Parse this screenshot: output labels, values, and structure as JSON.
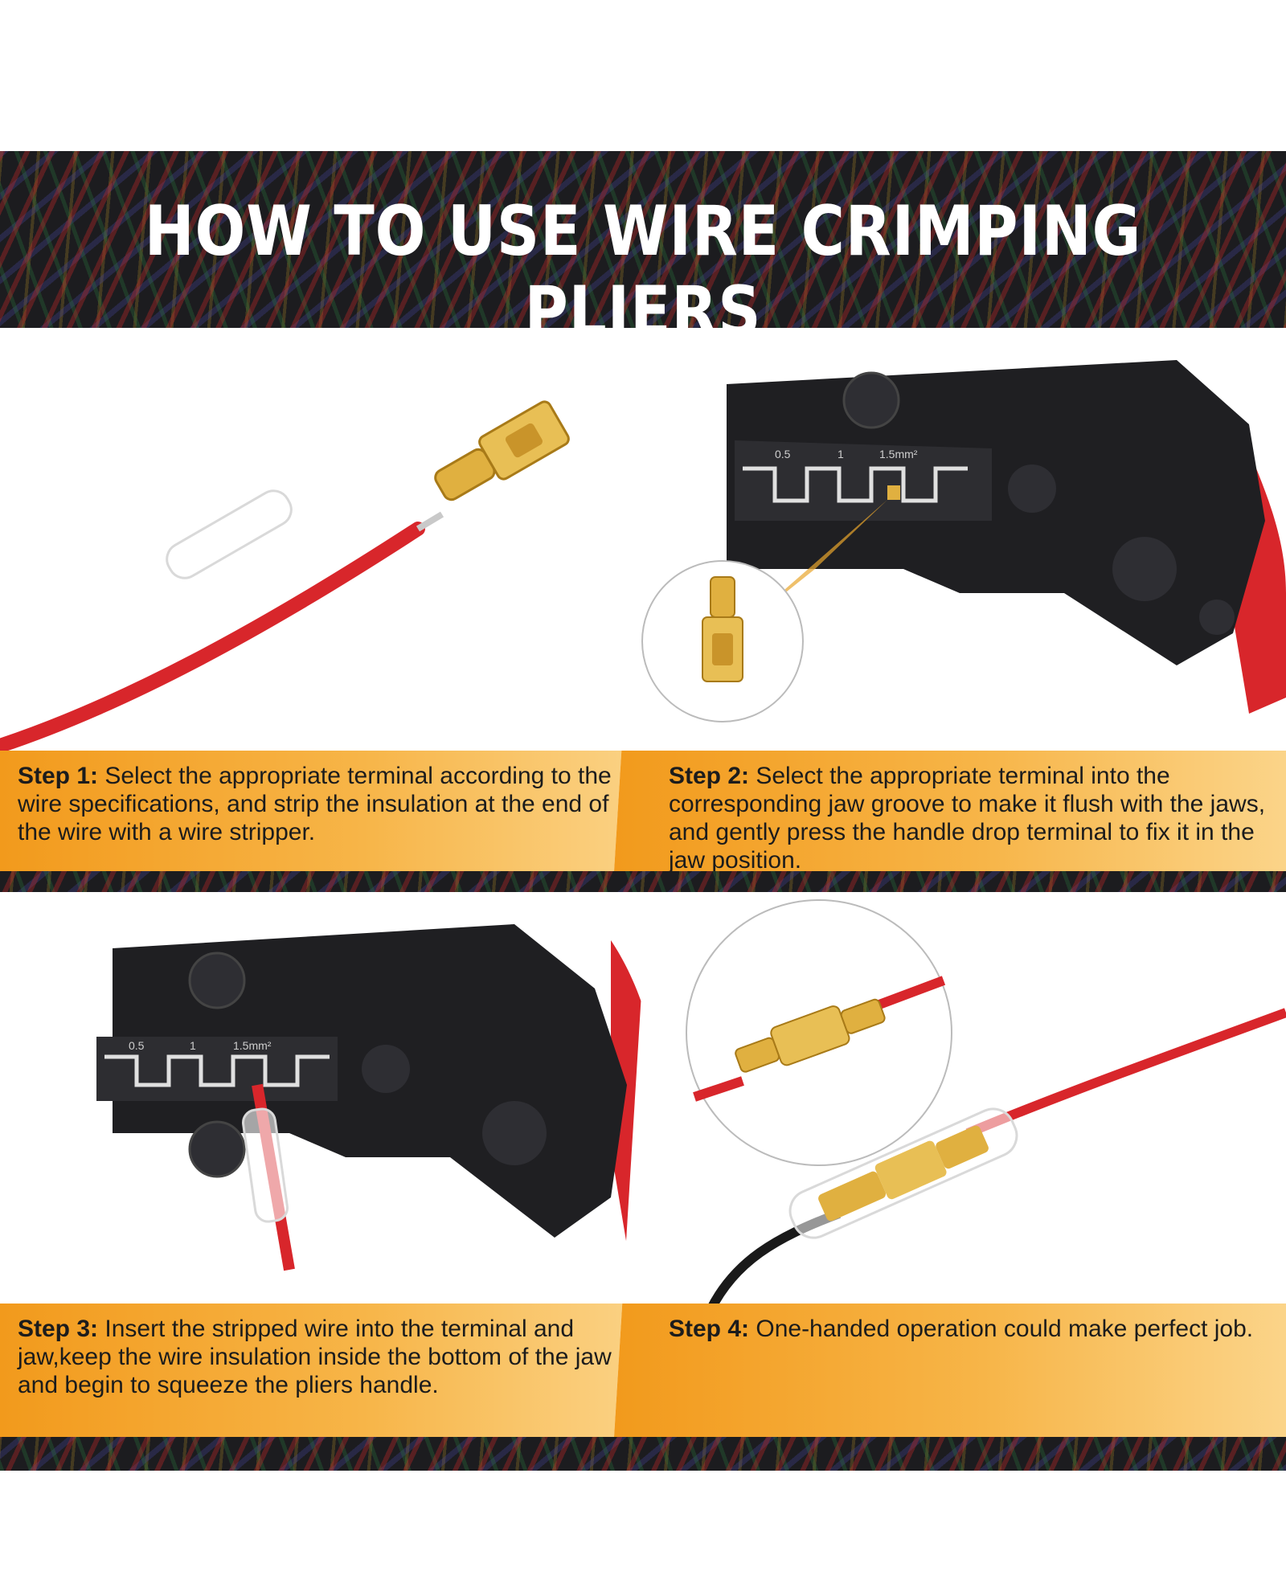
{
  "title": "HOW TO USE WIRE CRIMPING PLIERS",
  "steps": [
    {
      "label": "Step 1:",
      "text": " Select the appropriate terminal according to the wire specifications, and strip the insulation at the end of the wire with a wire stripper."
    },
    {
      "label": "Step 2:",
      "text": " Select the appropriate terminal into the corresponding jaw groove to make it flush with the jaws, and gently press the handle drop terminal to fix it in the jaw position."
    },
    {
      "label": "Step 3:",
      "text": " Insert the stripped wire into the terminal and jaw,keep the wire insulation inside the bottom of the jaw and begin to squeeze the pliers handle."
    },
    {
      "label": "Step 4:",
      "text": " One-handed operation could make perfect job."
    }
  ],
  "jaw_markings": [
    "0.5",
    "1",
    "1.5mm²"
  ],
  "colors": {
    "caption_orange": "#f29a1c",
    "wire_red": "#d8262b",
    "terminal_gold": "#e0b040",
    "pliers_black": "#1f1f22"
  },
  "icons": [
    "wire-crimping-pliers-icon",
    "terminal-connector-icon",
    "red-wire-icon",
    "heat-shrink-tube-icon",
    "zoom-circle-icon"
  ]
}
